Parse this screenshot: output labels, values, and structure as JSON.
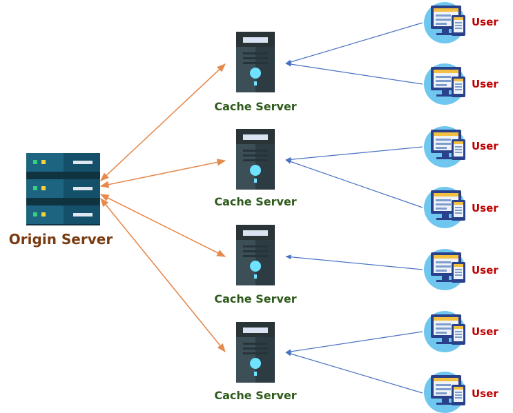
{
  "origin": {
    "label": "Origin Server"
  },
  "caches": [
    {
      "label": "Cache Server"
    },
    {
      "label": "Cache Server"
    },
    {
      "label": "Cache Server"
    },
    {
      "label": "Cache Server"
    }
  ],
  "users": [
    {
      "label": "User"
    },
    {
      "label": "User"
    },
    {
      "label": "User"
    },
    {
      "label": "User"
    },
    {
      "label": "User"
    },
    {
      "label": "User"
    },
    {
      "label": "User"
    }
  ],
  "colors": {
    "origin_label": "#7a3b12",
    "cache_label": "#2d5a1b",
    "user_label": "#c00000",
    "origin_links": "#e58a4e",
    "user_links": "#4a72c2"
  }
}
